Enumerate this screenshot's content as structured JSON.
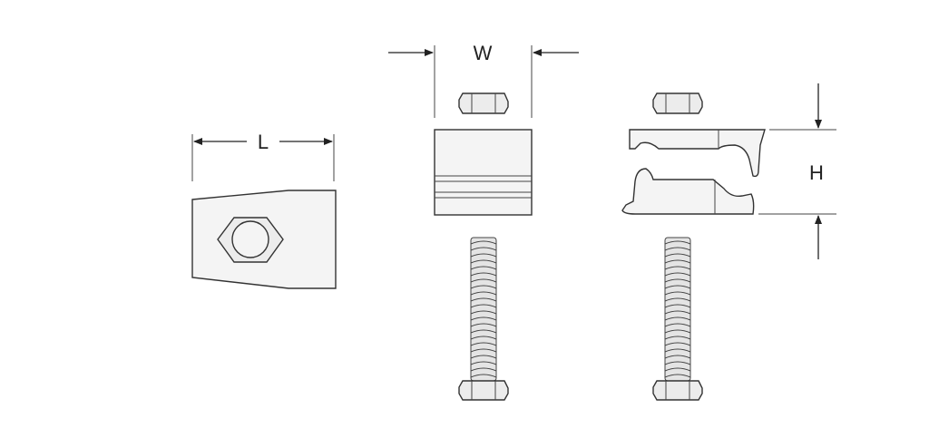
{
  "diagram": {
    "dimension_labels": {
      "length": "L",
      "width": "W",
      "height": "H"
    },
    "colors": {
      "stroke": "#333333",
      "fill": "#ececec",
      "background": "#ffffff"
    }
  }
}
